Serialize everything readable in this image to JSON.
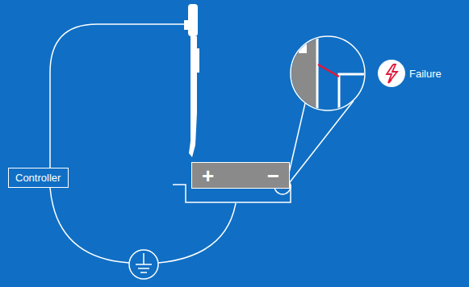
{
  "diagram": {
    "nodes": [
      {
        "text": [
          "Controller"
        ]
      },
      {
        "text": [
          "+",
          "−"
        ]
      }
    ],
    "labels": [
      "Failure"
    ]
  }
}
